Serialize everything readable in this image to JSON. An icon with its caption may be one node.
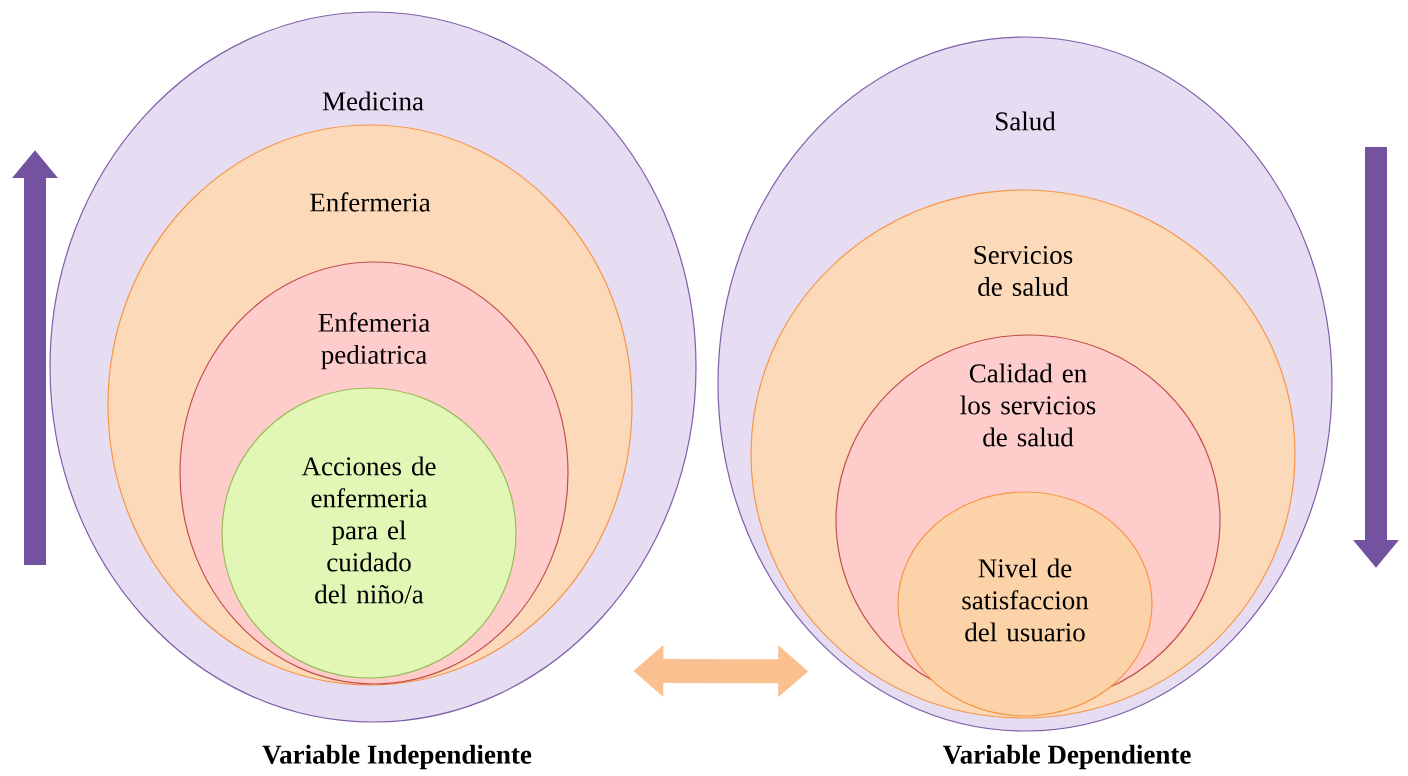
{
  "diagram": {
    "nodes": [
      {
        "text": [
          "Medicina"
        ],
        "beside": [
          "Variable Independiente"
        ]
      },
      {
        "text": [
          "Enfermeria"
        ],
        "in": 0
      },
      {
        "text": [
          "Enfemeria pediatrica"
        ],
        "in": 1
      },
      {
        "text": [
          "Acciones de enfermeria para el cuidado del niño/a"
        ],
        "in": 2
      },
      {
        "text": [
          "Salud"
        ],
        "beside": [
          "Variable Dependiente"
        ]
      },
      {
        "text": [
          "Servicios de salud"
        ],
        "in": 4
      },
      {
        "text": [
          "Calidad en los servicios de salud"
        ],
        "in": 5
      },
      {
        "text": [
          "Nivel de satisfaccion del usuario"
        ],
        "in": 6
      }
    ],
    "edges": [
      {
        "from": 0,
        "to": 4,
        "arrow": "both"
      }
    ]
  }
}
